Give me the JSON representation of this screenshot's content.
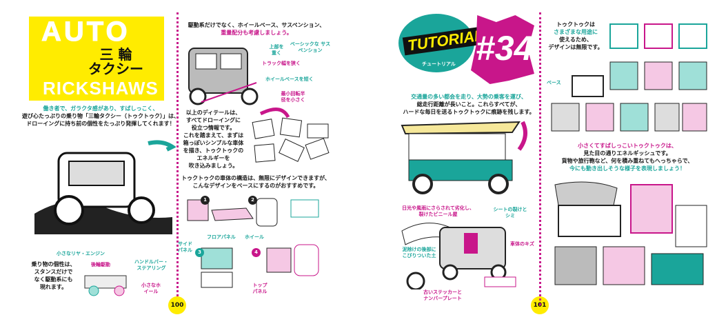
{
  "left_page": {
    "title_en_1": "AUTO",
    "title_en_2": "RICKSHAWS",
    "title_jp_1": "三 輪",
    "title_jp_2": "タクシー",
    "intro": [
      "働き者で、ガラクタ感があり、すばしっこく、",
      "遊び心たっぷりの乗り物「三輪タクシー（トゥクトゥク）」は、",
      "ドローイングに持ち前の個性をたっぷり発揮してくれます！"
    ],
    "top_note": [
      "駆動系だけでなく、ホイールベース、サスペンション、",
      "重量配分も考慮しましょう。"
    ],
    "labels": {
      "heavy_top": "上部を重く",
      "suspension": "ベーシックな サスペンション",
      "track": "トラック幅を狭く",
      "wheelbase": "ホイールベースを短く",
      "turning": "最小回転半径を小さく"
    },
    "detail_note": [
      "以上のディテールは、",
      "すべてドローイングに",
      "役立つ情報です。",
      "これを踏まえて、まずは",
      "箱っぽいシンプルな車体",
      "を描き、トゥクトゥクの",
      "エネルギーを",
      "吹き込みましょう。"
    ],
    "structure_note": [
      "トゥクトゥクの車体の構造は、無限にデザインできますが、",
      "こんなデザインをベースにするのがおすすめです。"
    ],
    "panels": {
      "n1": "1",
      "n2": "2",
      "n3": "3",
      "n4": "4",
      "floor": "フロアパネル",
      "wheel": "ホイール",
      "side": "サイド パネル",
      "top": "トップ パネル"
    },
    "bottom_note": [
      "乗り物の個性は、",
      "スタンスだけで",
      "なく駆動系にも",
      "現れます。"
    ],
    "bottom_labels": {
      "engine": "小さなリヤ・エンジン",
      "rwd": "後輪駆動",
      "handlebar": "ハンドルバー・ステアリング",
      "small_wheel": "小さなホイール"
    },
    "page_number": "100"
  },
  "right_page": {
    "tutorial": "TUTORIAL",
    "tutorial_jp": "チュートリアル",
    "number": "#34",
    "intro": [
      "交通量の多い都会を走り、大勢の乗客を運び、",
      "総走行距離が長いこと。これらすべてが、",
      "ハードな毎日を送るトゥクトゥクに痕跡を残します。"
    ],
    "variety_note": [
      "トゥクトゥクは",
      "さまざまな用途に",
      "使えるため、",
      "デザインは無限です。"
    ],
    "base_label": "ベース",
    "energy_note": [
      "小さくてすばしっこいトゥクトゥクは、",
      "見た目の通りエネルギッシュです。",
      "貨物や旅行鞄など、何を積み重ねてもへっちゃらで、",
      "今にも動き出しそうな様子を表現しましょう！"
    ],
    "labels": {
      "vinyl": "日光や風雨にさらされて劣化し、裂けたビニール屋",
      "seat": "シートの裂けとシミ",
      "mud": "泥除けの後部にこびりついた土",
      "scratch": "車体のキズ",
      "sticker": "古いステッカーとナンバープレート"
    },
    "page_number": "101"
  },
  "colors": {
    "teal": "#1aa59a",
    "magenta": "#c8168a",
    "yellow": "#ffec00"
  }
}
